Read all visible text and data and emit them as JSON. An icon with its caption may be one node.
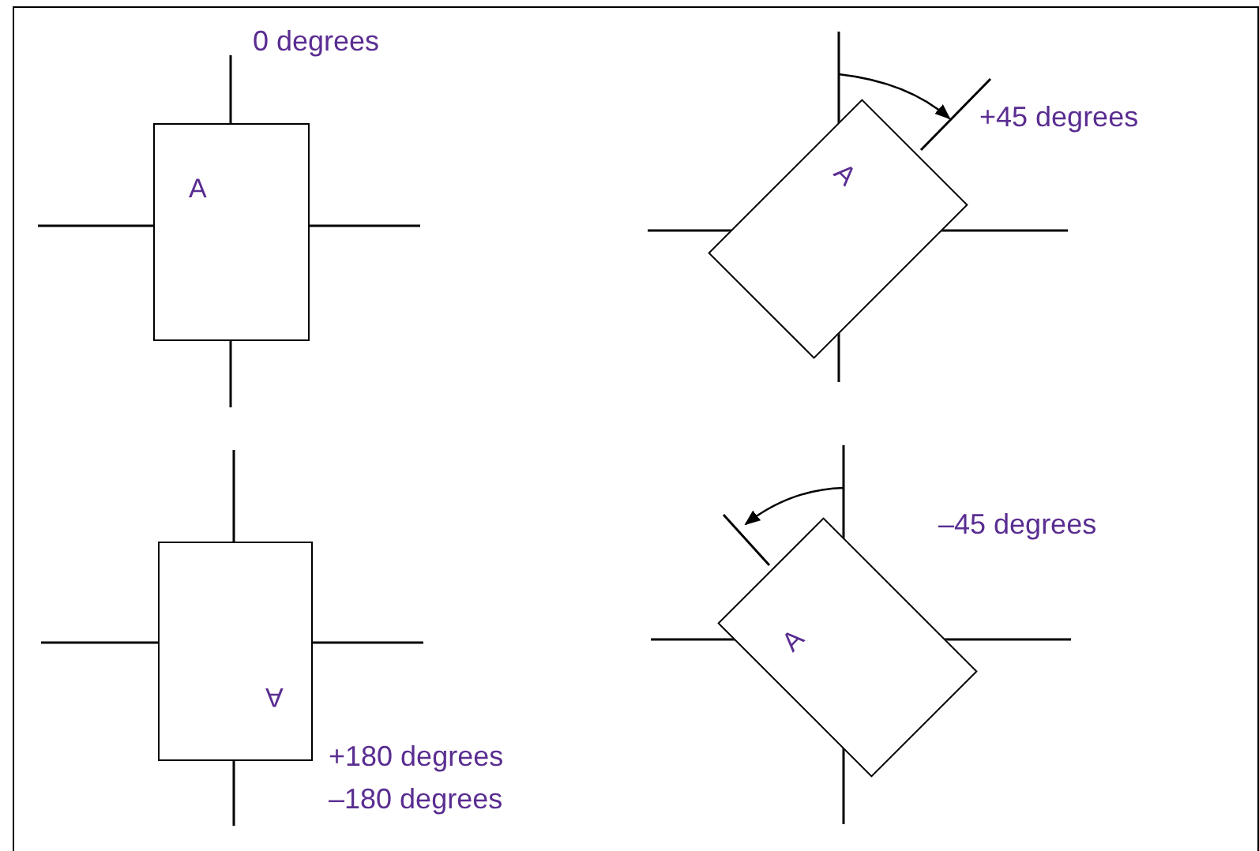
{
  "diagram": {
    "nodes": [
      {
        "text": [
          "A"
        ]
      },
      {
        "text": [
          "A"
        ]
      },
      {
        "text": [
          "A"
        ]
      },
      {
        "text": [
          "A"
        ]
      }
    ],
    "labels": [
      "0 degrees",
      "+45 degrees",
      "–45 degrees",
      "+180 degrees",
      "–180 degrees"
    ]
  }
}
